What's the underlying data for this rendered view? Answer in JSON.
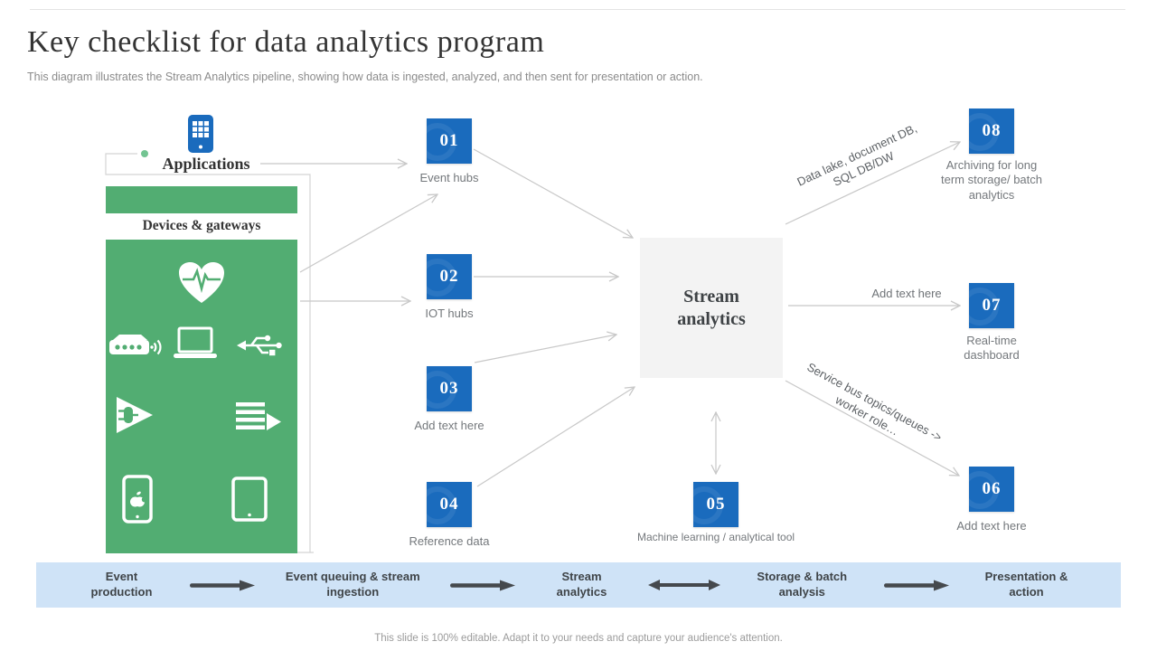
{
  "header": {
    "title": "Key checklist for data analytics program",
    "subtitle": "This diagram illustrates the Stream Analytics pipeline, showing how data is ingested, analyzed, and then sent for presentation or action."
  },
  "left_panel": {
    "applications_label": "Applications",
    "devices_label": "Devices & gateways",
    "icons": [
      "mobile-apps-icon",
      "heartbeat-icon",
      "wireless-router-icon",
      "laptop-icon",
      "usb-icon",
      "plug-icon",
      "list-arrow-icon",
      "smartphone-icon",
      "tablet-icon"
    ]
  },
  "nodes": {
    "n1": {
      "num": "01",
      "label": "Event hubs"
    },
    "n2": {
      "num": "02",
      "label": "IOT hubs"
    },
    "n3": {
      "num": "03",
      "label": "Add text here"
    },
    "n4": {
      "num": "04",
      "label": "Reference data"
    },
    "n5": {
      "num": "05",
      "label": "Machine learning / analytical tool"
    },
    "n6": {
      "num": "06",
      "label": "Add text here"
    },
    "n7": {
      "num": "07",
      "label": "Real-time dashboard"
    },
    "n8": {
      "num": "08",
      "label": "Archiving for long term storage/ batch analytics"
    }
  },
  "center": {
    "label": "Stream analytics"
  },
  "edge_labels": {
    "data_lake": "Data lake, document DB, SQL DB/DW",
    "add_text": "Add text here",
    "service_bus": "Service bus topics/queues -> worker role…"
  },
  "pipeline": {
    "steps": [
      "Event production",
      "Event queuing & stream ingestion",
      "Stream analytics",
      "Storage & batch analysis",
      "Presentation & action"
    ]
  },
  "footer": {
    "note": "This slide is 100% editable. Adapt it to your needs and capture your audience's attention."
  },
  "colors": {
    "blue": "#1a6bbd",
    "green": "#52ad72",
    "green_dot": "#73c492",
    "center_gray": "#f3f3f3",
    "light_blue": "#cfe3f7",
    "connector": "#c8c8c8",
    "dark_text": "#3f4448",
    "label_gray": "#74787c"
  }
}
